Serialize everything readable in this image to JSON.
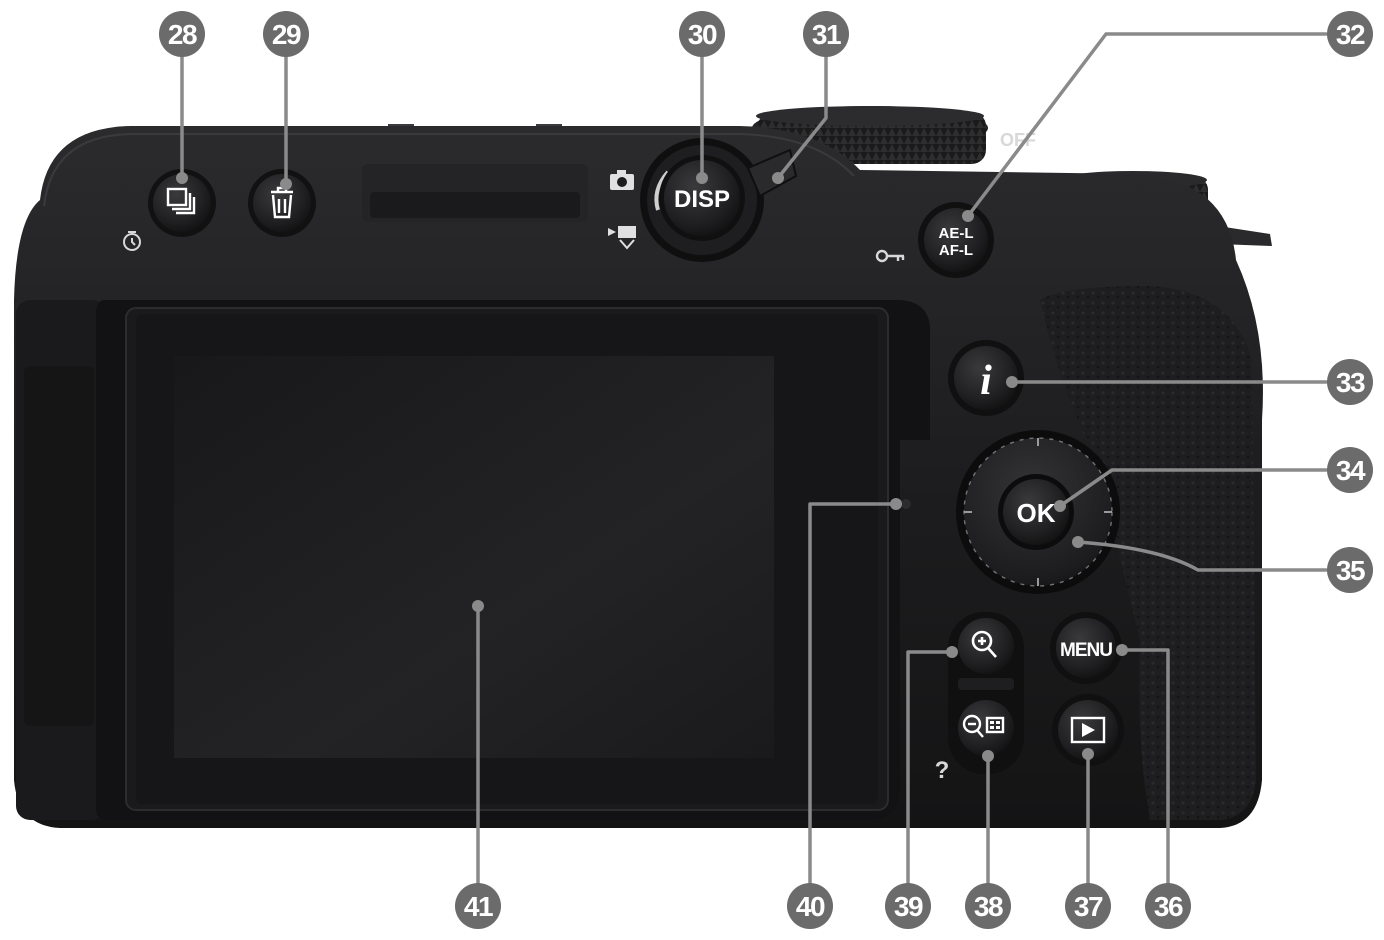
{
  "diagram": {
    "callouts": [
      {
        "id": "28",
        "label": "28"
      },
      {
        "id": "29",
        "label": "29"
      },
      {
        "id": "30",
        "label": "30"
      },
      {
        "id": "31",
        "label": "31"
      },
      {
        "id": "32",
        "label": "32"
      },
      {
        "id": "33",
        "label": "33"
      },
      {
        "id": "34",
        "label": "34"
      },
      {
        "id": "35",
        "label": "35"
      },
      {
        "id": "36",
        "label": "36"
      },
      {
        "id": "37",
        "label": "37"
      },
      {
        "id": "38",
        "label": "38"
      },
      {
        "id": "39",
        "label": "39"
      },
      {
        "id": "40",
        "label": "40"
      },
      {
        "id": "41",
        "label": "41"
      }
    ],
    "buttons": {
      "disp": "DISP",
      "ael_line1": "AE-L",
      "ael_line2": "AF-L",
      "ok": "OK",
      "menu": "MENU",
      "info": "i",
      "help": "?",
      "top_marking": "OFF"
    },
    "icons": {
      "release_mode": "release-mode-icon",
      "self_timer": "self-timer-icon",
      "delete": "trash-icon",
      "photo_mode": "camera-icon",
      "video_mode": "movie-camera-icon",
      "protect": "key-icon",
      "zoom_in": "zoom-in-icon",
      "zoom_out": "zoom-out-thumbnail-icon",
      "playback": "play-icon"
    },
    "colors": {
      "callout_fill": "#6b6b6b",
      "callout_text": "#ffffff",
      "leader_line": "#8a8a8a",
      "body": "#1c1c1e",
      "body_edge": "#2a2a2c",
      "screen": "#141416",
      "button": "#232325"
    }
  }
}
